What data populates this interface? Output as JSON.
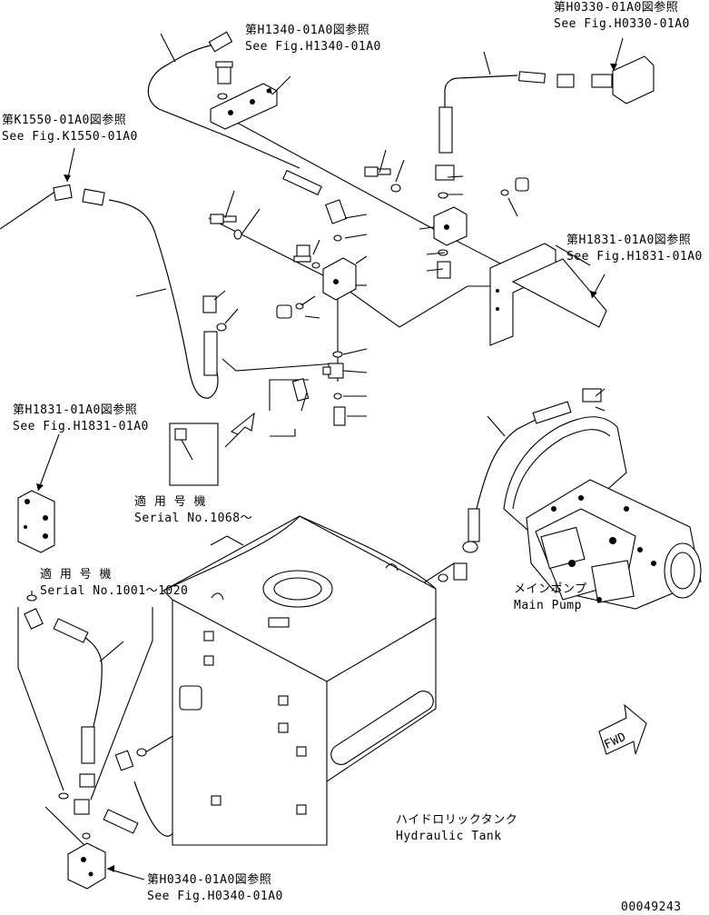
{
  "refs": {
    "h1340": {
      "jp": "第H1340-01A0図参照",
      "en": "See Fig.H1340-01A0"
    },
    "h0330": {
      "jp": "第H0330-01A0図参照",
      "en": "See Fig.H0330-01A0"
    },
    "k1550": {
      "jp": "第K1550-01A0図参照",
      "en": "See Fig.K1550-01A0"
    },
    "h1831_right": {
      "jp": "第H1831-01A0図参照",
      "en": "See Fig.H1831-01A0"
    },
    "h1831_left": {
      "jp": "第H1831-01A0図参照",
      "en": "See Fig.H1831-01A0"
    },
    "h0340": {
      "jp": "第H0340-01A0図参照",
      "en": "See Fig.H0340-01A0"
    }
  },
  "serials": {
    "upper": {
      "jp": "適 用 号 機",
      "en": "Serial No.1068～"
    },
    "lower": {
      "jp": "適 用 号 機",
      "en": "Serial No.1001～1020"
    }
  },
  "components": {
    "main_pump": {
      "jp": "メインポンプ",
      "en": "Main Pump"
    },
    "hydraulic_tank": {
      "jp": "ハイドロリックタンク",
      "en": "Hydraulic Tank"
    }
  },
  "direction_label": "FWD",
  "drawing_number": "00049243"
}
